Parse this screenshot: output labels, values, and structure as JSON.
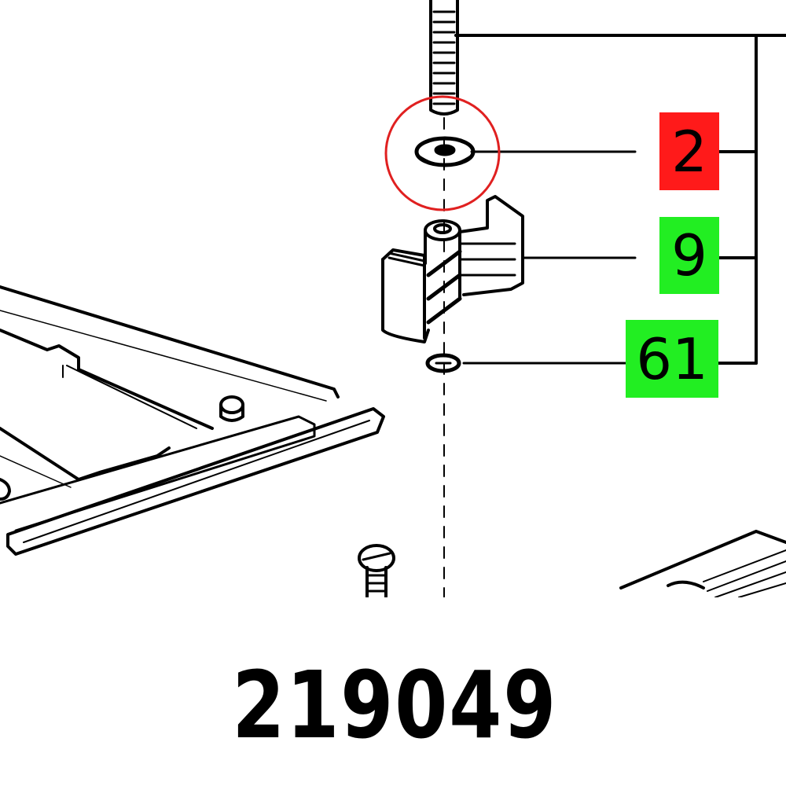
{
  "diagram": {
    "type": "exploded parts diagram",
    "highlight_circle_color": "#e02020",
    "callouts": [
      {
        "label": "2",
        "color": "#ff1a1a",
        "highlighted": true
      },
      {
        "label": "9",
        "color": "#22ee22",
        "highlighted": false
      },
      {
        "label": "61",
        "color": "#22ee22",
        "highlighted": false
      }
    ]
  },
  "part_number": "219049"
}
